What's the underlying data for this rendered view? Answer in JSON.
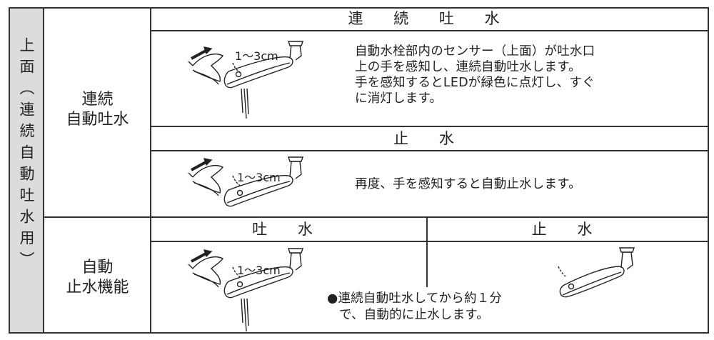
{
  "side_label": "上面（連続自動吐水用）",
  "row1": {
    "label_line1": "連続",
    "label_line2": "自動吐水",
    "header_discharge": "連 続 吐 水",
    "discharge_desc": [
      "自動水栓部内のセンサー（上面）が吐水口",
      "上の手を感知し、連続自動吐水します。",
      "手を感知するとLEDが緑色に点灯し、すぐ",
      "に消灯します。"
    ],
    "header_stop": "止 水",
    "stop_desc": "再度、手を感知すると自動止水します。",
    "distance": "1～3cm"
  },
  "row2": {
    "label_line1": "自動",
    "label_line2": "止水機能",
    "header_discharge": "吐 水",
    "header_stop": "止 水",
    "distance": "1～3cm",
    "note_line1": "●連続自動吐水してから約１分",
    "note_line2": "で、自動的に止水します。"
  },
  "colors": {
    "line": "#333333",
    "side_bg": "#dcdcdc",
    "text": "#222222"
  }
}
